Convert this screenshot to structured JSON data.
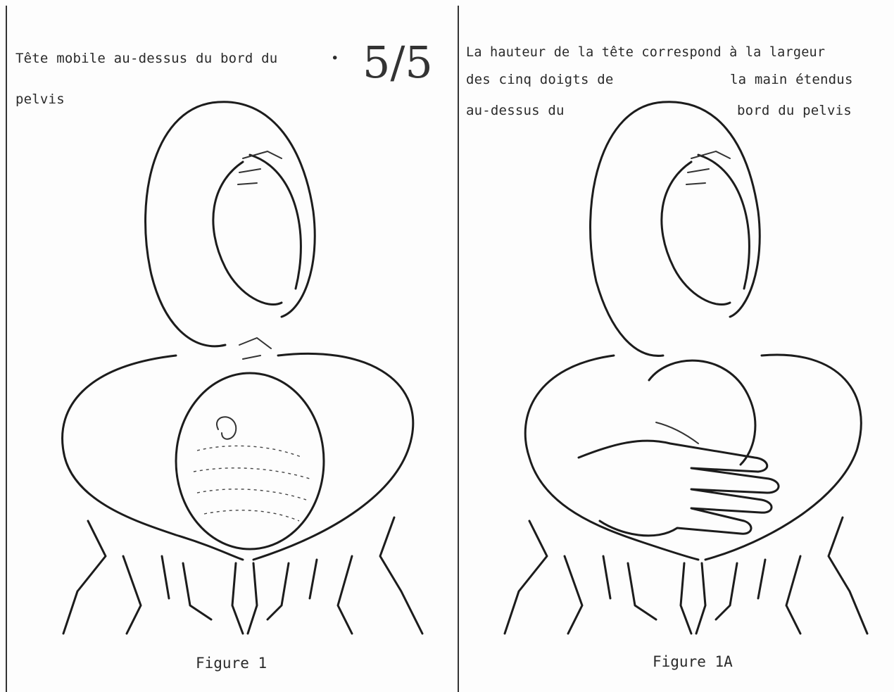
{
  "figure1": {
    "text_line1": "Tête mobile au-dessus du bord du",
    "text_line2": "pelvis",
    "fraction": "5/5",
    "caption": "Figure 1"
  },
  "figure1a": {
    "text_line1": "La hauteur de la tête correspond à la largeur",
    "text_line2": "des cinq doigts de",
    "text_line2b": "la main étendus",
    "text_line3": "au-dessus du",
    "text_line3b": "bord du pelvis",
    "caption": "Figure 1A"
  }
}
